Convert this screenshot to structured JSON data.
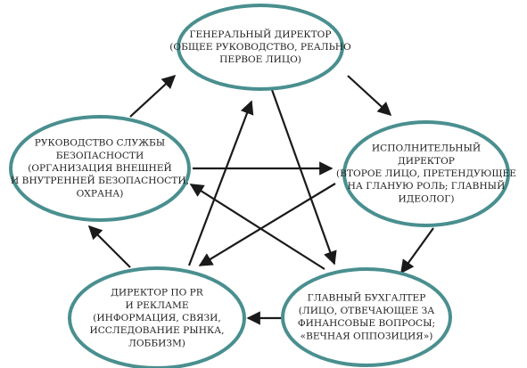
{
  "colors": {
    "node_outline": "#4a8f8f",
    "arrow": "#1a1a1a",
    "text": "#222222",
    "background": "#ffffff"
  },
  "nodes": {
    "general_director": {
      "lines": [
        "ГЕНЕРАЛЬНЫЙ ДИРЕКТОР",
        "(ОБЩЕЕ РУКОВОДСТВО, РЕАЛЬНО",
        "ПЕРВОЕ ЛИЦО)"
      ]
    },
    "executive_director": {
      "lines": [
        "ИСПОЛНИТЕЛЬНЫЙ",
        "ДИРЕКТОР",
        "(ВТОРОЕ ЛИЦО, ПРЕТЕНДУЮЩЕЕ",
        "НА ГЛАНУЮ РОЛЬ; ГЛАВНЫЙ",
        "ИДЕОЛОГ)"
      ]
    },
    "chief_accountant": {
      "lines": [
        "ГЛАВНЫЙ БУХГАЛТЕР",
        "(ЛИЦО, ОТВЕЧАЮЩЕЕ ЗА",
        "ФИНАНСОВЫЕ ВОПРОСЫ;",
        "«ВЕЧНАЯ ОППОЗИЦИЯ»)"
      ]
    },
    "pr_director": {
      "lines": [
        "ДИРЕКТОР ПО PR",
        "И РЕКЛАМЕ",
        "(ИНФОРМАЦИЯ, СВЯЗИ,",
        "ИССЛЕДОВАНИЕ РЫНКА,",
        "ЛОББИЗМ)"
      ]
    },
    "security_head": {
      "lines": [
        "РУКОВОДСТВО СЛУЖБЫ",
        "БЕЗОПАСНОСТИ",
        "(ОРГАНИЗАЦИЯ ВНЕШНЕЙ",
        "И  ВНУТРЕННЕЙ БЕЗОПАСНОСТИ,",
        "ОХРАНА)"
      ]
    }
  }
}
